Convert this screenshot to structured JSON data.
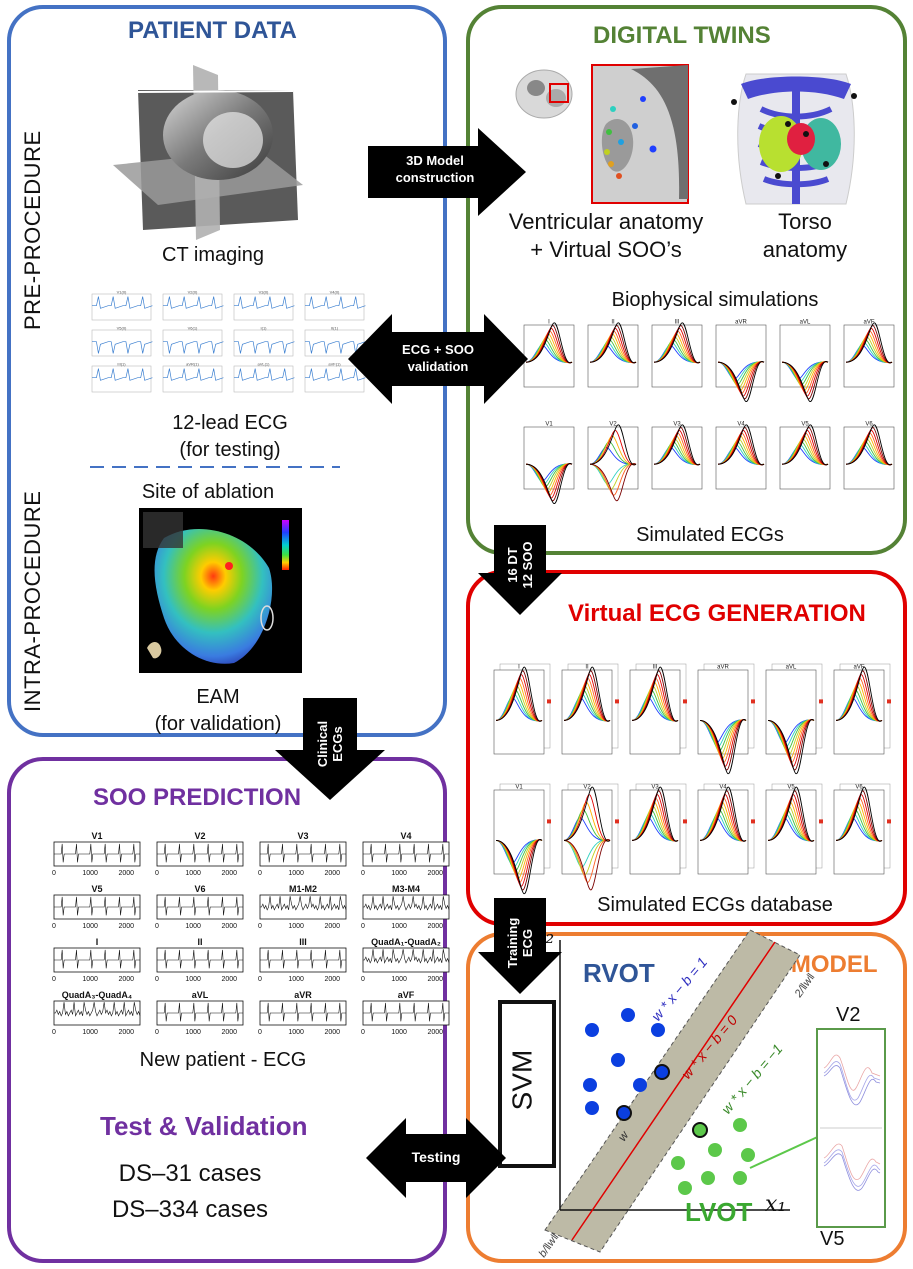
{
  "panels": {
    "patient_data": {
      "title": "PATIENT DATA",
      "pre_procedure": "PRE-PROCEDURE",
      "intra_procedure": "INTRA-PROCEDURE",
      "ct_label": "CT imaging",
      "ecg_label_1": "12-lead ECG",
      "ecg_label_2": "(for testing)",
      "ablation_label": "Site of ablation",
      "eam_label_1": "EAM",
      "eam_label_2": "(for validation)"
    },
    "digital_twins": {
      "title": "DIGITAL TWINS",
      "ventricular_1": "Ventricular anatomy",
      "ventricular_2": "+ Virtual SOO’s",
      "torso_1": "Torso",
      "torso_2": "anatomy",
      "biophysical": "Biophysical simulations",
      "simulated": "Simulated ECGs"
    },
    "virtual_ecg": {
      "title": "Virtual ECG GENERATION",
      "database": "Simulated ECGs database"
    },
    "soo_prediction": {
      "title": "SOO PREDICTION",
      "new_patient": "New patient - ECG",
      "test_validation": "Test & Validation",
      "ds31": "DS–31 cases",
      "ds334": "DS–334 cases"
    },
    "ml_model": {
      "title": "ML MODEL",
      "svm": "SVM",
      "rvot": "RVOT",
      "lvot": "LVOT",
      "x1": "x₁",
      "x2": "x₂",
      "w_lbl": "w",
      "b_lbl": "b",
      "line_top": "w * x − b = 1",
      "line_mid": "w * x − b = 0",
      "line_bot": "w * x − b = −1",
      "margin_lbl": "2/‖w‖",
      "b_over_w": "b/‖w‖",
      "v2": "V2",
      "v5": "V5"
    }
  },
  "arrows": {
    "model_construction_1": "3D Model",
    "model_construction_2": "construction",
    "ecg_soo_1": "ECG + SOO",
    "ecg_soo_2": "validation",
    "dt_1": "16 DT",
    "dt_2": "12 SOO",
    "clinical_1": "Clinical",
    "clinical_2": "ECGs",
    "training_1": "Training",
    "training_2": "ECG",
    "testing": "Testing"
  },
  "soo_leads": {
    "titles": [
      "V1",
      "V2",
      "V3",
      "V4",
      "V5",
      "V6",
      "M1-M2",
      "M3-M4",
      "I",
      "II",
      "III",
      "QuadA₁-QuadA₂",
      "QuadA₃-QuadA₄",
      "aVL",
      "aVR",
      "aVF"
    ],
    "x_ticks": [
      "0",
      "1000",
      "2000"
    ]
  },
  "sim_leads": {
    "row1": [
      "I",
      "II",
      "III",
      "aVR",
      "aVL",
      "aVF"
    ],
    "row2": [
      "V1",
      "V2",
      "V3",
      "V4",
      "V5",
      "V6"
    ]
  },
  "ecg12_leads": [
    "V1(0)",
    "V2(0)",
    "V3(0)",
    "V4(0)",
    "V5(0)",
    "V6(1)",
    "I(1)",
    "II(1)",
    "III(1)",
    "aVR(1)",
    "aVL(1)",
    "aVF(1)"
  ],
  "colors": {
    "blue": "#4472C4",
    "green": "#548235",
    "red": "#E00000",
    "purple": "#7030A0",
    "orange": "#ED7D31",
    "rvot_dot": "#0B3FE0",
    "lvot_dot": "#5CC84A"
  }
}
